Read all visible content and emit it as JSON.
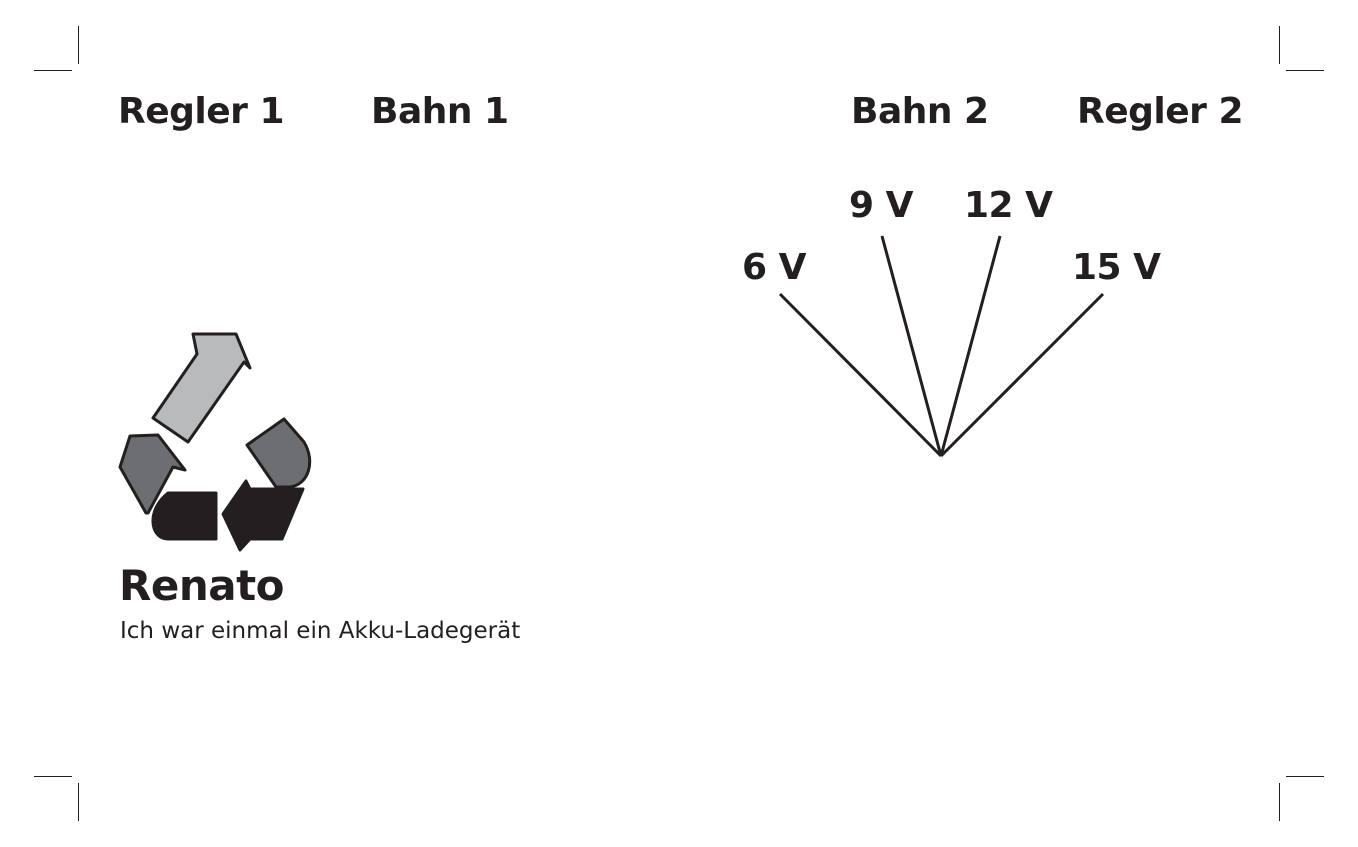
{
  "headers": {
    "controller_1": "Regler 1",
    "track_1": "Bahn 1",
    "track_2": "Bahn 2",
    "controller_2": "Regler 2"
  },
  "voltage_selector": {
    "positions": [
      "6 V",
      "9 V",
      "12 V",
      "15 V"
    ]
  },
  "brand": {
    "name": "Renato",
    "tagline": "Ich war einmal ein Akku-Ladegerät"
  },
  "logo": {
    "icon": "recycle-icon",
    "colors": {
      "light_gray": "#b9babc",
      "mid_gray": "#6d6e71",
      "black": "#231f20"
    }
  }
}
